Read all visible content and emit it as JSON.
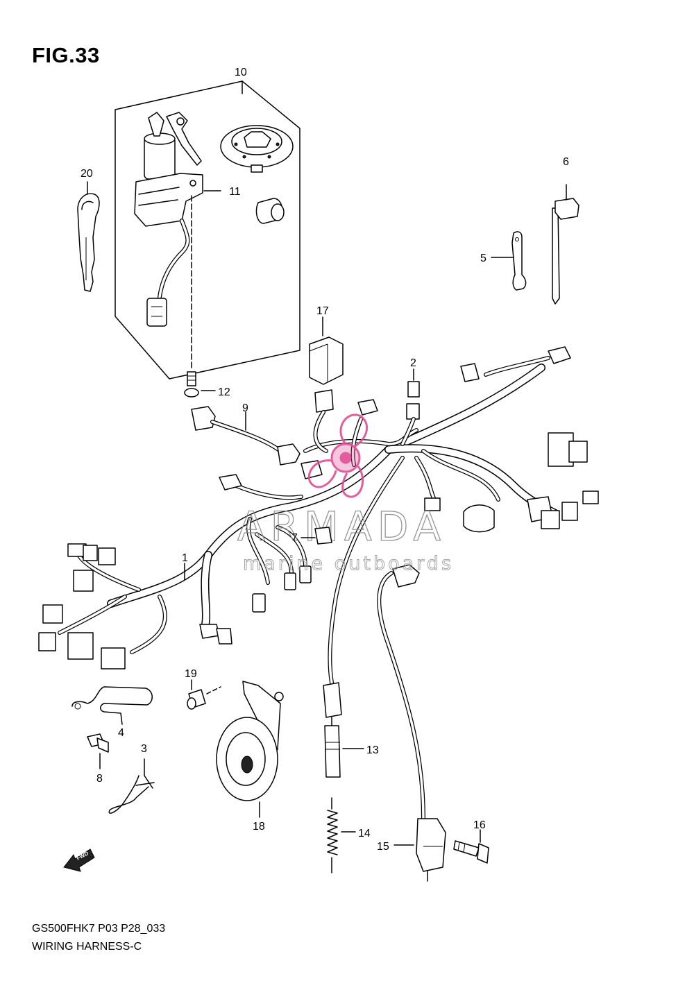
{
  "header": {
    "figure_title": "FIG.33"
  },
  "footer": {
    "model_code": "GS500FHK7 P03 P28_033",
    "diagram_name": "WIRING HARNESS-C"
  },
  "watermark": {
    "brand": "ARMADA",
    "tagline": "marine outboards",
    "color": "#e04c94"
  },
  "callouts": {
    "c1": "1",
    "c2": "2",
    "c3": "3",
    "c4": "4",
    "c5": "5",
    "c6": "6",
    "c7": "7",
    "c8": "8",
    "c9": "9",
    "c10": "10",
    "c11": "11",
    "c12": "12",
    "c13": "13",
    "c14": "14",
    "c15": "15",
    "c16": "16",
    "c17": "17",
    "c18": "18",
    "c19": "19",
    "c20": "20"
  },
  "icons": {
    "direction": "fwd-arrow-icon",
    "direction_label": "FWD"
  }
}
